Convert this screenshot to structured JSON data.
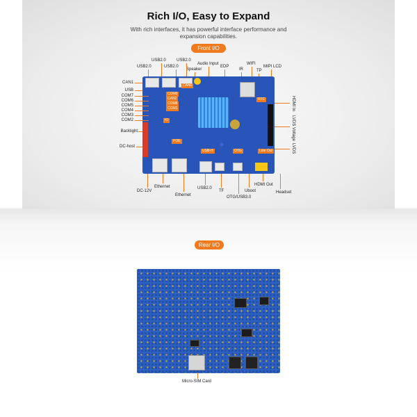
{
  "header": {
    "title": "Rich I/O, Easy to Expand",
    "subtitle": "With rich interfaces, it has powerful interface performance and expansion capabilities."
  },
  "front": {
    "section_label": "Front I/O",
    "labels": {
      "usb20_a": "USB2.0",
      "usb20_b": "USB2.0",
      "usb20_c": "USB2.0",
      "usb20_d": "USB2.0",
      "speaker": "Speaker",
      "audio_input": "Audio Input",
      "edp": "EDP",
      "ir": "IR",
      "wifi": "WIFI",
      "tp": "TP",
      "mipi_lcd": "MIPI LCD",
      "can1": "CAN1",
      "usb": "USB",
      "com7": "COM7",
      "com6": "COM6",
      "com5": "COM5",
      "com4": "COM4",
      "com3": "COM3",
      "com2": "COM2",
      "backlight": "Backlight",
      "dc_host": "DC-host",
      "dc_12v": "DC-12V",
      "ethernet_a": "Ethernet",
      "ethernet_b": "Ethernet",
      "usb20_bottom": "USB2.0",
      "tf": "TF",
      "otg_usb30": "OTG/USB3.0",
      "uboot": "Uboot",
      "hdmi_out": "HDMI Out",
      "headset": "Headset",
      "hdmi_in": "HDMI In",
      "lvds_voltage": "LVDS Voltage",
      "lvds": "LVDS"
    },
    "board_tags": {
      "can0": "CAN0",
      "com0": "COM0",
      "can2": "CAN2",
      "com8": "COM8",
      "com1": "COM1",
      "io": "IO",
      "poe": "POE",
      "usb_h": "USB-H",
      "otg": "OTG",
      "line_out": "Line Out",
      "rtc": "RTC"
    }
  },
  "rear": {
    "section_label": "Rear I/O",
    "micro_sim": "Micro-SIM Card"
  },
  "colors": {
    "accent": "#f07a1e",
    "pcb": "#2a55b8",
    "heatsink": "#3d9ae8"
  }
}
